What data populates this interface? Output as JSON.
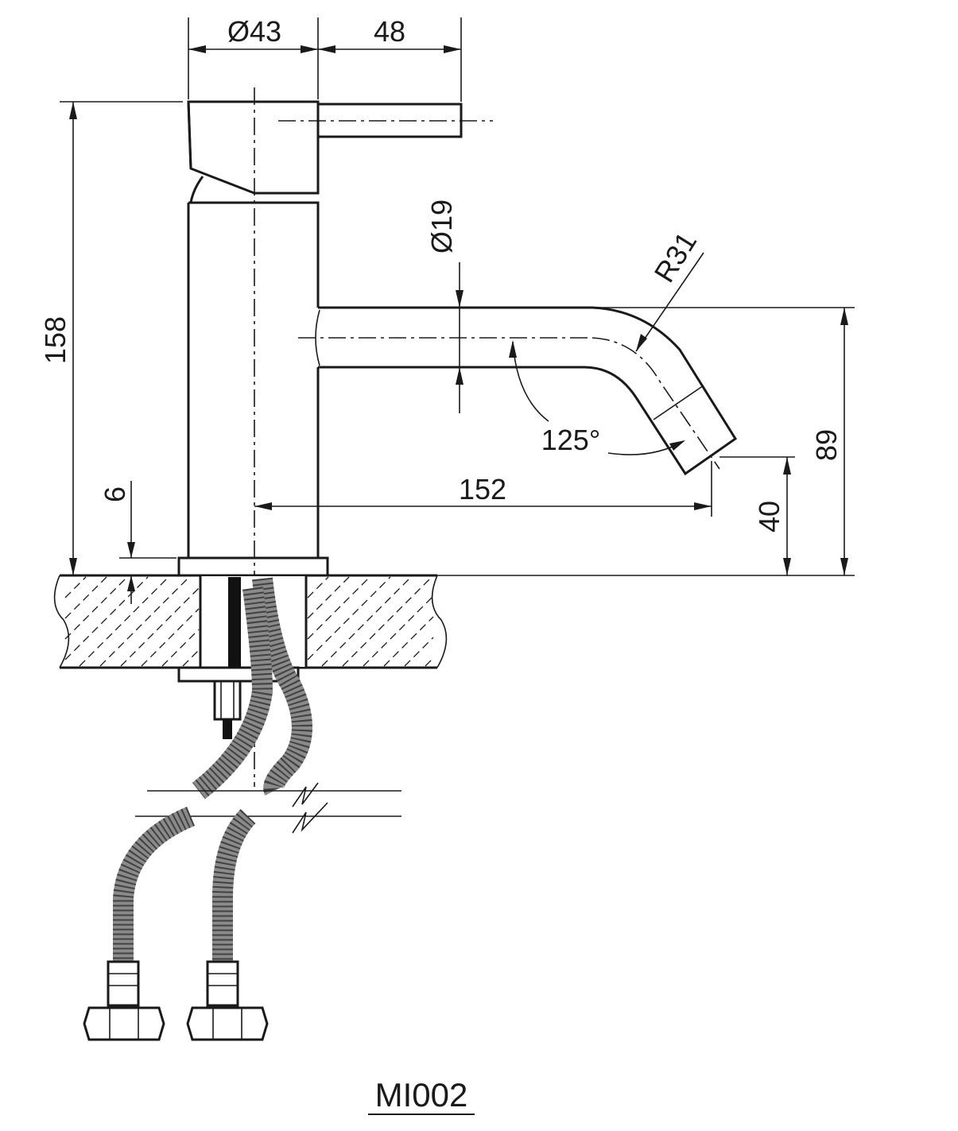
{
  "drawing": {
    "model_code": "MI002",
    "dimensions": {
      "handle_diameter": "Ø43",
      "lever_length": "48",
      "total_height": "158",
      "spout_diameter": "Ø19",
      "spout_radius": "R31",
      "spout_angle": "125°",
      "spout_reach": "152",
      "spout_height": "89",
      "outlet_height": "40",
      "flange_height": "6"
    }
  }
}
